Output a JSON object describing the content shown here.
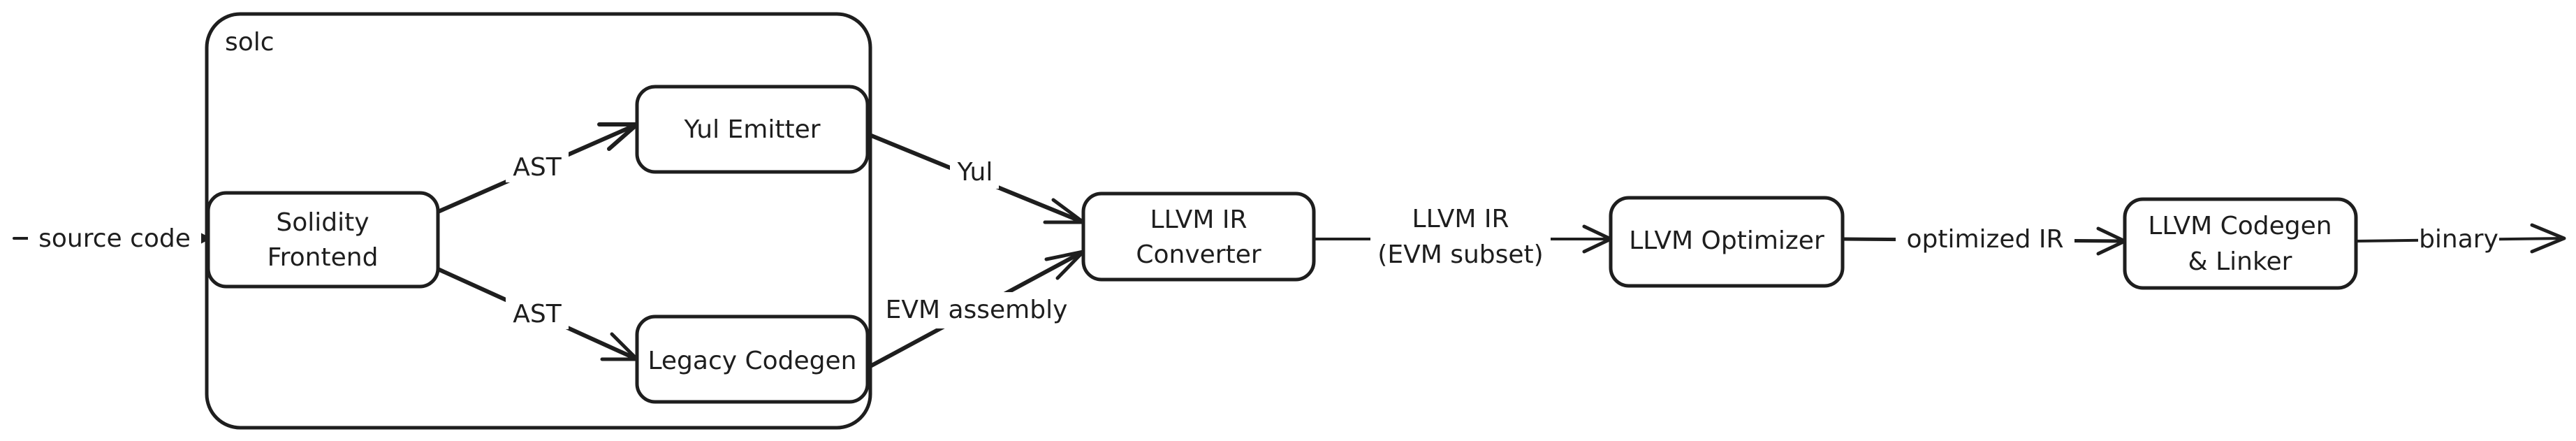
{
  "diagram": {
    "container": {
      "label": "solc"
    },
    "nodes": {
      "frontend": {
        "line1": "Solidity",
        "line2": "Frontend"
      },
      "yul_emitter": {
        "label": "Yul Emitter"
      },
      "legacy_codegen": {
        "label": "Legacy Codegen"
      },
      "ir_converter": {
        "line1": "LLVM IR",
        "line2": "Converter"
      },
      "optimizer": {
        "label": "LLVM Optimizer"
      },
      "codegen_linker": {
        "line1": "LLVM Codegen",
        "line2": "& Linker"
      }
    },
    "edges": {
      "source_code": "source code",
      "ast_top": "AST",
      "ast_bottom": "AST",
      "yul": "Yul",
      "evm_assembly": "EVM assembly",
      "llvm_ir_line1": "LLVM IR",
      "llvm_ir_line2": "(EVM subset)",
      "optimized_ir": "optimized IR",
      "binary": "binary"
    },
    "colors": {
      "stroke": "#1e1e1e",
      "background": "#ffffff"
    }
  }
}
